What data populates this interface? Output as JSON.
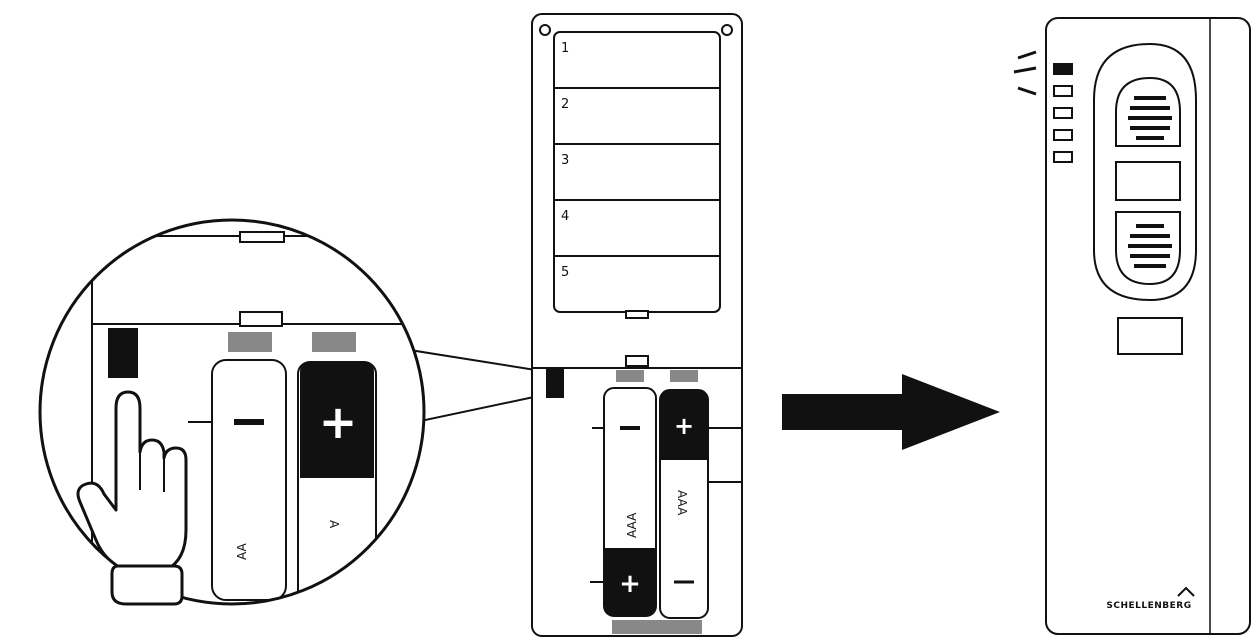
{
  "slot_numbers": [
    "1",
    "2",
    "3",
    "4",
    "5"
  ],
  "battery_type": "AAA",
  "battery_type_partial": "AA",
  "plus_sign": "+",
  "minus_sign": "−",
  "brand": "SCHELLENBERG",
  "led_count": 5,
  "lit_led_index": 0
}
